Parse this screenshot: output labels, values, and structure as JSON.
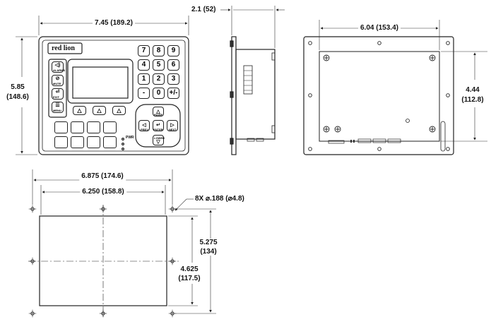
{
  "front_view": {
    "width_dim": "7.45 (189.2)",
    "height_dim_in": "5.85",
    "height_dim_mm": "(148.6)",
    "logo": "red lion",
    "keypad": [
      "7",
      "8",
      "9",
      "4",
      "5",
      "6",
      "1",
      "2",
      "3",
      "-",
      "0",
      "+/-"
    ],
    "side_buttons": [
      "ALARMS",
      "MUTE",
      "EXIT",
      "MENU"
    ],
    "nav_labels": {
      "raise": "RAISE",
      "prev": "PREV",
      "enter": "ENTER",
      "next": "NEXT",
      "lower": "LOWER"
    },
    "pwr_label": "PWR"
  },
  "side_view": {
    "depth_dim": "2.1 (52)"
  },
  "rear_view": {
    "width_dim": "6.04 (153.4)",
    "height_dim_in": "4.44",
    "height_dim_mm": "(112.8)"
  },
  "cutout_view": {
    "outer_width_dim": "6.875 (174.6)",
    "inner_width_dim": "6.250 (158.8)",
    "hole_note": "8X ⌀.188 (⌀4.8)",
    "outer_height_in": "5.275",
    "outer_height_mm": "(134)",
    "inner_height_in": "4.625",
    "inner_height_mm": "(117.5)"
  }
}
